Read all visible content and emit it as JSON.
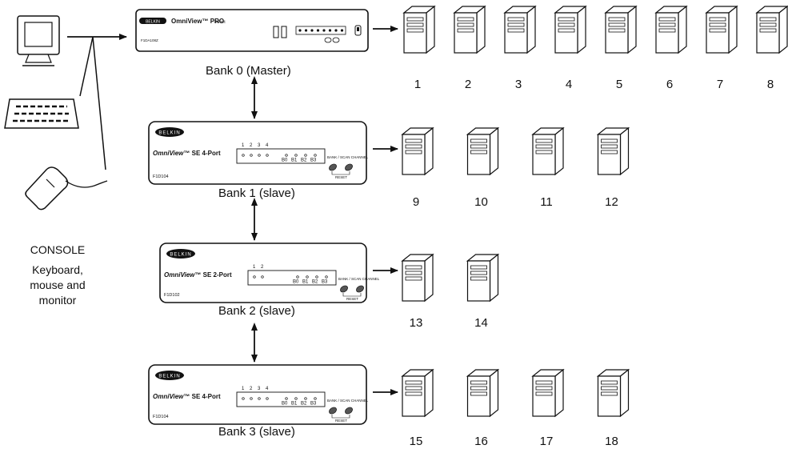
{
  "console": {
    "title": "CONSOLE",
    "description_lines": [
      "Keyboard,",
      "mouse and",
      "monitor"
    ]
  },
  "master": {
    "brand": "BELKIN",
    "product": "OmniView™ PRO",
    "sub": "8-Port",
    "model": "F1DA108Z",
    "label": "Bank 0 (Master)"
  },
  "slaves": [
    {
      "brand": "BELKIN",
      "product_prefix": "OmniView",
      "product_suffix": "™ SE 4-Port",
      "model": "F1D104",
      "port_numbers": [
        "1",
        "2",
        "3",
        "4"
      ],
      "bank_labels": [
        "B0",
        "B1",
        "B2",
        "B3"
      ],
      "button_caption": "BANK / SCAN CHANNEL",
      "reset": "RESET",
      "label": "Bank 1 (slave)"
    },
    {
      "brand": "BELKIN",
      "product_prefix": "OmniView",
      "product_suffix": "™ SE 2-Port",
      "model": "F1D102",
      "port_numbers": [
        "1",
        "2"
      ],
      "bank_labels": [
        "B0",
        "B1",
        "B2",
        "B3"
      ],
      "button_caption": "BANK / SCAN CHANNEL",
      "reset": "RESET",
      "label": "Bank 2 (slave)"
    },
    {
      "brand": "BELKIN",
      "product_prefix": "OmniView",
      "product_suffix": "™ SE 4-Port",
      "model": "F1D104",
      "port_numbers": [
        "1",
        "2",
        "3",
        "4"
      ],
      "bank_labels": [
        "B0",
        "B1",
        "B2",
        "B3"
      ],
      "button_caption": "BANK / SCAN CHANNEL",
      "reset": "RESET",
      "label": "Bank 3 (slave)"
    }
  ],
  "computers": {
    "bank0": [
      "1",
      "2",
      "3",
      "4",
      "5",
      "6",
      "7",
      "8"
    ],
    "bank1": [
      "9",
      "10",
      "11",
      "12"
    ],
    "bank2": [
      "13",
      "14"
    ],
    "bank3": [
      "15",
      "16",
      "17",
      "18"
    ]
  }
}
